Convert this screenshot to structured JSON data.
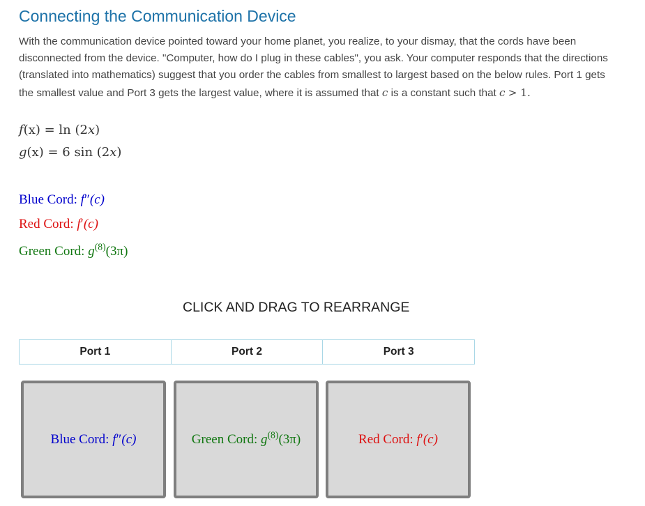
{
  "page": {
    "title": "Connecting the Communication Device",
    "intro_text": "With the communication device pointed toward your home planet, you realize, to your dismay, that the cords have been disconnected from the device. \"Computer, how do I plug in these cables\", you ask. Your computer responds that the directions (translated into mathematics) suggest that you order the cables from smallest to largest based on the below rules. Port 1 gets the smallest value and Port 3 gets the largest value, where it is assumed that",
    "intro_var": "c",
    "intro_mid": "is a constant such that",
    "intro_condition_var": "c",
    "intro_condition_rest": "> 1."
  },
  "functions": {
    "f_lhs": "f",
    "f_arg": "(x)",
    "f_eq": "= ln (2",
    "f_x": "x",
    "f_close": ")",
    "g_lhs": "g",
    "g_arg": "(x)",
    "g_eq": "= 6 sin (2",
    "g_x": "x",
    "g_close": ")"
  },
  "cords": {
    "blue": {
      "label": "Blue Cord:",
      "fn": "f",
      "prime": "″",
      "arg": "(c)",
      "color": "#0000cc"
    },
    "red": {
      "label": "Red Cord:",
      "fn": "f",
      "prime": "′",
      "arg": "(c)",
      "color": "#dd1111"
    },
    "green": {
      "label": "Green Cord:",
      "fn": "g",
      "sup": "(8)",
      "arg": "(3π)",
      "color": "#117711"
    }
  },
  "instructions": "CLICK AND DRAG TO REARRANGE",
  "ports": [
    "Port 1",
    "Port 2",
    "Port 3"
  ],
  "slots": [
    {
      "cord": "blue",
      "label": "Blue Cord:",
      "fn": "f",
      "mark": "″",
      "arg": "(c)"
    },
    {
      "cord": "green",
      "label": "Green Cord:",
      "fn": "g",
      "mark": "(8)",
      "arg": "(3π)"
    },
    {
      "cord": "red",
      "label": "Red Cord:",
      "fn": "f",
      "mark": "′",
      "arg": "(c)"
    }
  ],
  "colors": {
    "title": "#1d72a8",
    "port_border": "#a9d7e6",
    "slot_border": "#7f7f7f",
    "slot_bg": "#d9d9d9"
  }
}
